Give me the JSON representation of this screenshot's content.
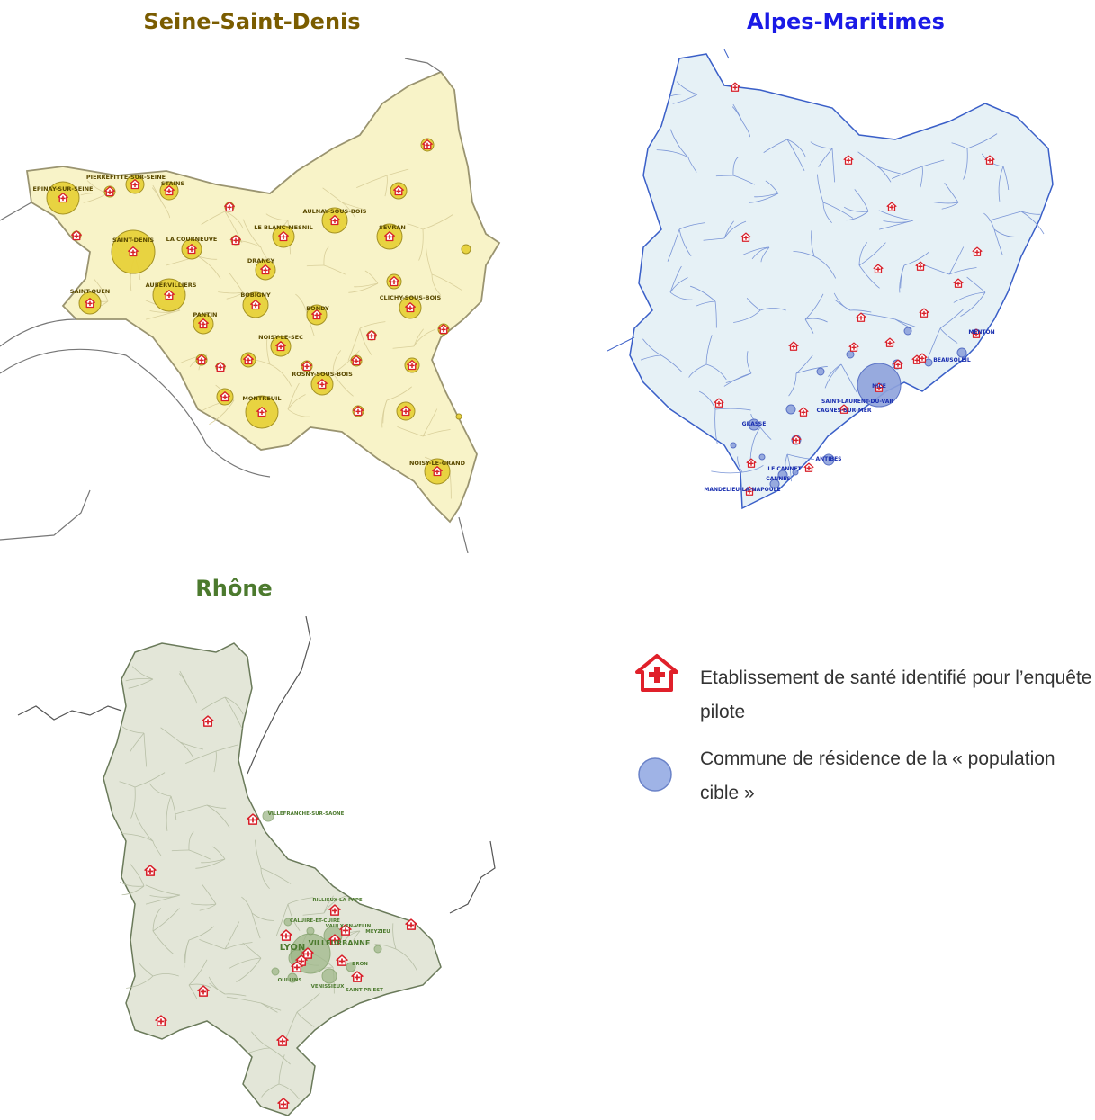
{
  "maps": [
    {
      "title": "Seine-Saint-Denis",
      "title_color": "#7a5c00",
      "fill": "#f8f3c8",
      "bubble_color": "#e8d23a",
      "label_color": "#5a4a00",
      "communes": [
        {
          "name": "EPINAY-SUR-SEINE"
        },
        {
          "name": "PIERREFITTE-SUR-SEINE"
        },
        {
          "name": "STAINS"
        },
        {
          "name": "SAINT-DENIS"
        },
        {
          "name": "LA COURNEUVE"
        },
        {
          "name": "LE BLANC-MESNIL"
        },
        {
          "name": "AULNAY-SOUS-BOIS"
        },
        {
          "name": "SEVRAN"
        },
        {
          "name": "DRANCY"
        },
        {
          "name": "SAINT-OUEN"
        },
        {
          "name": "AUBERVILLIERS"
        },
        {
          "name": "BOBIGNY"
        },
        {
          "name": "BONDY"
        },
        {
          "name": "CLICHY-SOUS-BOIS"
        },
        {
          "name": "PANTIN"
        },
        {
          "name": "NOISY-LE-SEC"
        },
        {
          "name": "ROSNY-SOUS-BOIS"
        },
        {
          "name": "MONTREUIL"
        },
        {
          "name": "NOISY-LE-GRAND"
        }
      ]
    },
    {
      "title": "Alpes-Maritimes",
      "title_color": "#1a1ae6",
      "fill": "#e6f1f6",
      "bubble_color": "#8fa3dc",
      "label_color": "#1a2fb0",
      "communes": [
        {
          "name": "MENTON"
        },
        {
          "name": "BEAUSOLEIL"
        },
        {
          "name": "NICE"
        },
        {
          "name": "SAINT-LAURENT-DU-VAR"
        },
        {
          "name": "CAGNES-SUR-MER"
        },
        {
          "name": "GRASSE"
        },
        {
          "name": "ANTIBES"
        },
        {
          "name": "LE CANNET"
        },
        {
          "name": "CANNES"
        },
        {
          "name": "MANDELIEU-LA-NAPOULE"
        }
      ]
    },
    {
      "title": "Rhône",
      "title_color": "#4c7a2e",
      "fill": "#e3e6d8",
      "bubble_color": "#9fb88a",
      "label_color": "#4c7a2e",
      "communes": [
        {
          "name": "VILLEFRANCHE-SUR-SAONE"
        },
        {
          "name": "RILLIEUX-LA-PAPE"
        },
        {
          "name": "CALUIRE-ET-CUIRE"
        },
        {
          "name": "VAULX-EN-VELIN"
        },
        {
          "name": "MEYZIEU"
        },
        {
          "name": "LYON"
        },
        {
          "name": "VILLEURBANNE"
        },
        {
          "name": "BRON"
        },
        {
          "name": "OULLINS"
        },
        {
          "name": "VENISSIEUX"
        },
        {
          "name": "SAINT-PRIEST"
        }
      ]
    }
  ],
  "legend": {
    "facility_label": "Etablissement de santé identifié pour l’enquête pilote",
    "population_label": "Commune de résidence de la « population cible »",
    "facility_icon": "hospital-house-icon",
    "facility_color": "#e0202a",
    "population_icon": "circle-icon",
    "population_color": "#9fb3e6"
  }
}
